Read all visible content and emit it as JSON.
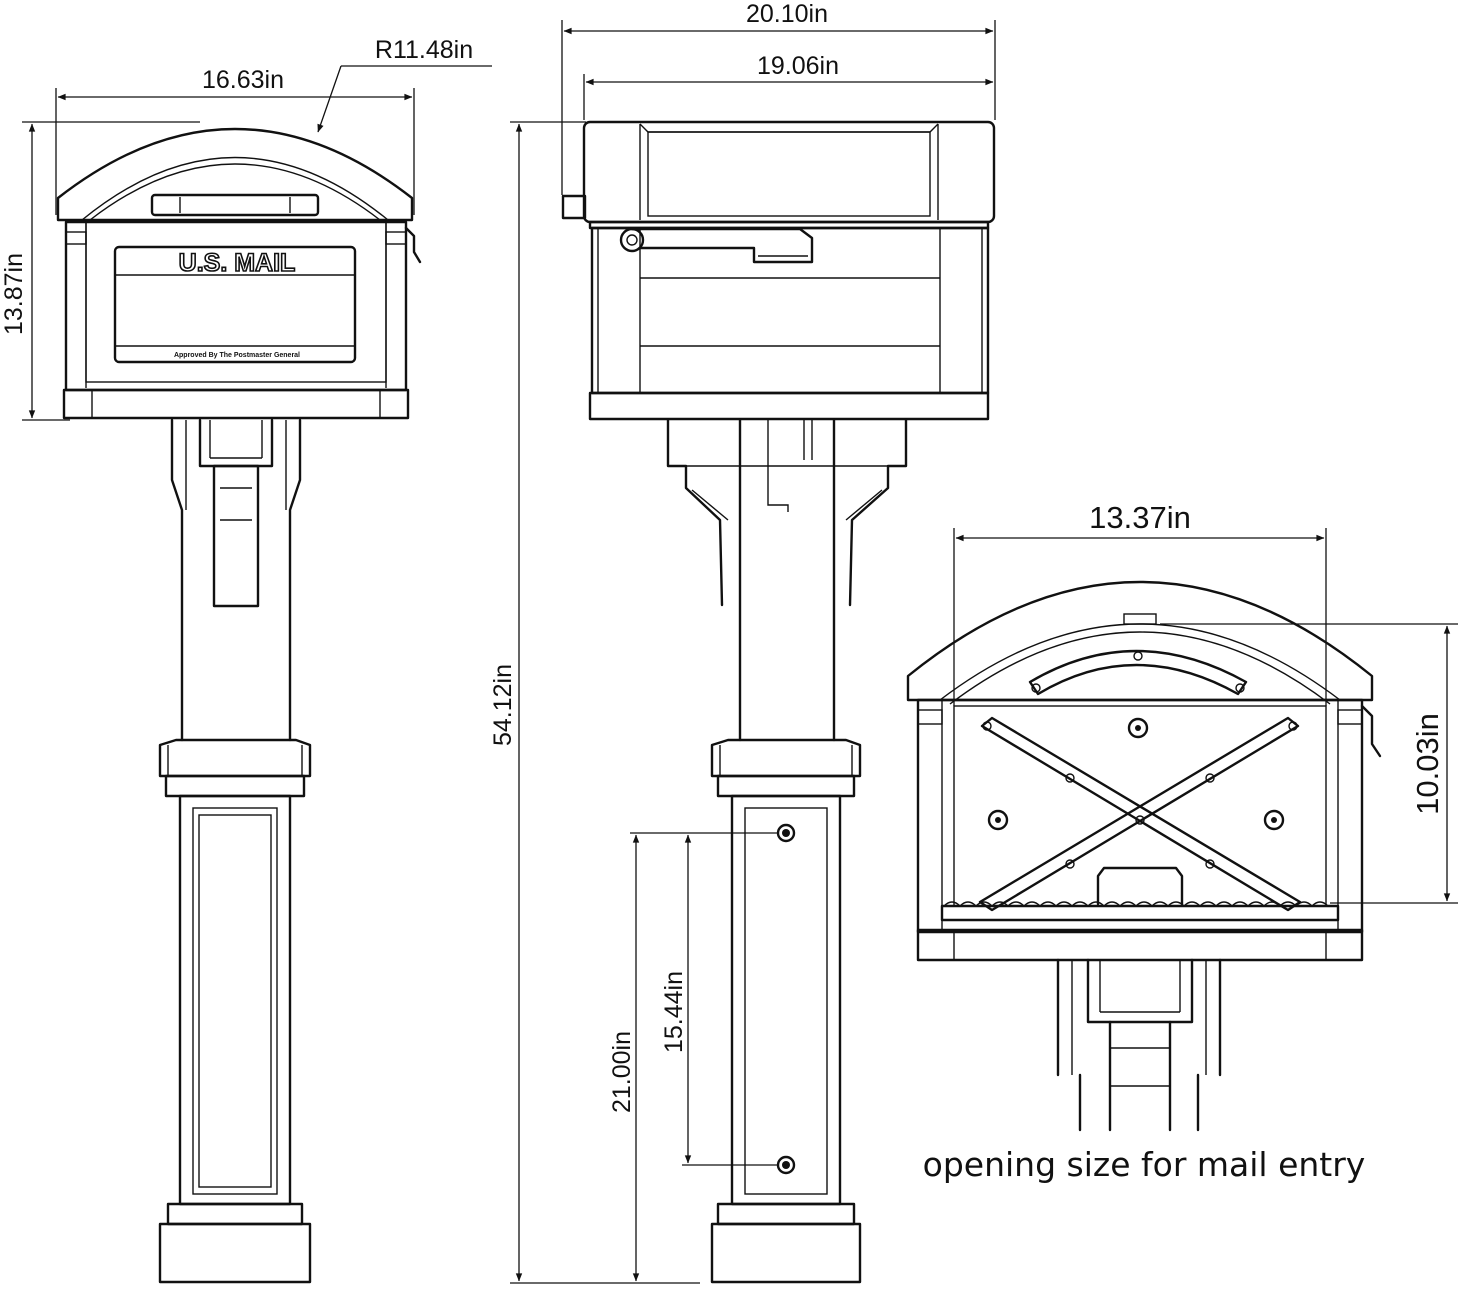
{
  "dimensions": {
    "front_width": "16.63in",
    "front_radius": "R11.48in",
    "front_height": "13.87in",
    "side_overall_width": "20.10in",
    "side_body_width": "19.06in",
    "overall_height": "54.12in",
    "post_panel_height": "21.00in",
    "bolt_spacing": "15.44in",
    "opening_width": "13.37in",
    "opening_height": "10.03in"
  },
  "mailbox": {
    "door_label": "U.S. MAIL",
    "approval_text": "Approved By The Postmaster General"
  },
  "caption": "opening size for mail entry",
  "colors": {
    "line": "#111111",
    "background": "#ffffff"
  }
}
